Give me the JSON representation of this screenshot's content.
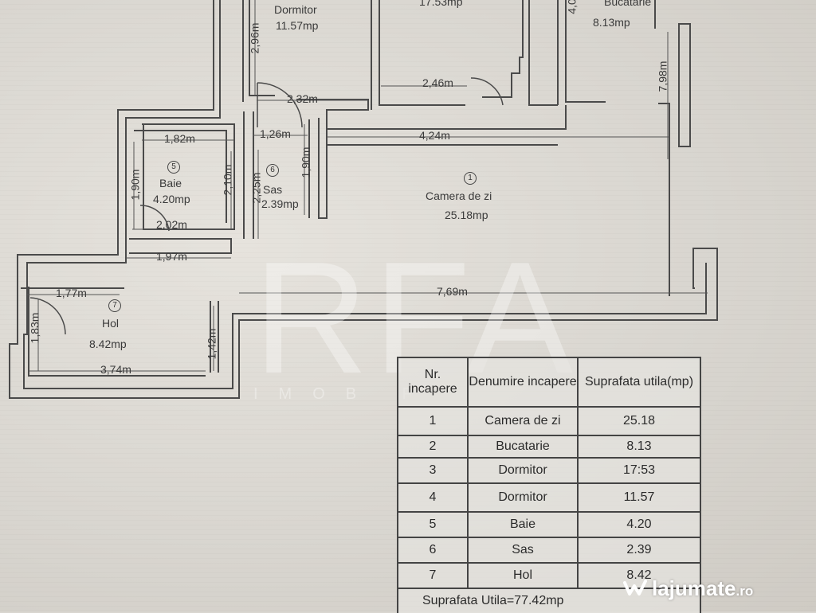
{
  "rooms": {
    "dormitor_small": {
      "name": "Dormitor",
      "area": "11.57mp"
    },
    "dormitor_large": {
      "area": "17.53mp"
    },
    "bucatarie": {
      "name": "Bucatarie",
      "area": "8.13mp"
    },
    "camera": {
      "num": "1",
      "name": "Camera de zi",
      "area": "25.18mp"
    },
    "baie": {
      "num": "5",
      "name": "Baie",
      "area": "4.20mp"
    },
    "sas": {
      "num": "6",
      "name": "Sas",
      "area": "2.39mp"
    },
    "hol": {
      "num": "7",
      "name": "Hol",
      "area": "8.42mp"
    }
  },
  "dimensions": {
    "d296": "2,96m",
    "d232": "2,32m",
    "d246": "2,46m",
    "d40": "4,0",
    "d798": "7,98m",
    "d182": "1,82m",
    "d126": "1,26m",
    "d424": "4,24m",
    "d190a": "1,90m",
    "d210": "2,10m",
    "d225": "2,25m",
    "d190b": "1,90m",
    "d202": "2,02m",
    "d197": "1,97m",
    "d177": "1,77m",
    "d769": "7,69m",
    "d183": "1,83m",
    "d142": "1,42m",
    "d374": "3,74m"
  },
  "watermark": {
    "text": "RFA",
    "sub": "IMOB F"
  },
  "table": {
    "headers": [
      "Nr. incapere",
      "Denumire incapere",
      "Suprafata utila(mp)"
    ],
    "rows": [
      [
        "1",
        "Camera de zi",
        "25.18"
      ],
      [
        "2",
        "Bucatarie",
        "8.13"
      ],
      [
        "3",
        "Dormitor",
        "17:53"
      ],
      [
        "4",
        "Dormitor",
        "11.57"
      ],
      [
        "5",
        "Baie",
        "4.20"
      ],
      [
        "6",
        "Sas",
        "2.39"
      ],
      [
        "7",
        "Hol",
        "8.42"
      ]
    ],
    "total": "Suprafata Utila=77.42mp"
  },
  "brand": {
    "name": "lajumate",
    "tld": ".ro"
  },
  "colors": {
    "wall": "#4a4a4a",
    "paper": "#dcd9d3",
    "brand": "#ffffff"
  }
}
